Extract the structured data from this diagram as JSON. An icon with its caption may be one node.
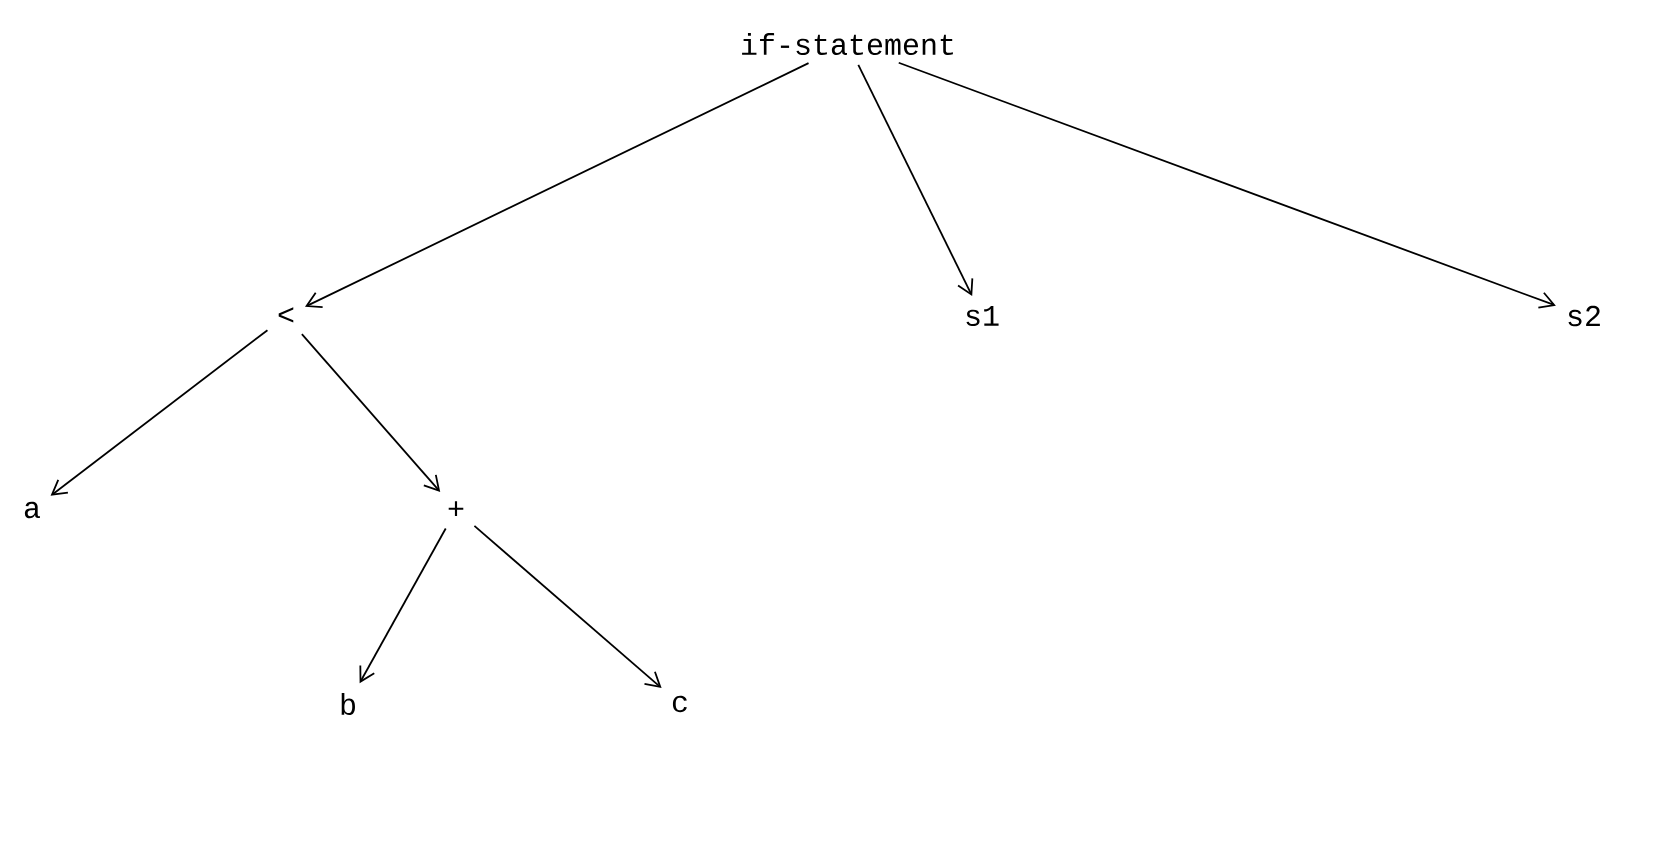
{
  "diagram": {
    "nodes": [
      {
        "text": [
          "if-statement"
        ]
      },
      {
        "text": [
          "<"
        ]
      },
      {
        "text": [
          "s1"
        ]
      },
      {
        "text": [
          "s2"
        ]
      },
      {
        "text": [
          "a"
        ]
      },
      {
        "text": [
          "+"
        ]
      },
      {
        "text": [
          "b"
        ]
      },
      {
        "text": [
          "c"
        ]
      }
    ],
    "edges": [
      {
        "from": 0,
        "to": 1,
        "arrow": "to"
      },
      {
        "from": 0,
        "to": 2,
        "arrow": "to"
      },
      {
        "from": 0,
        "to": 3,
        "arrow": "to"
      },
      {
        "from": 1,
        "to": 4,
        "arrow": "to"
      },
      {
        "from": 1,
        "to": 5,
        "arrow": "to"
      },
      {
        "from": 5,
        "to": 6,
        "arrow": "to"
      },
      {
        "from": 5,
        "to": 7,
        "arrow": "to"
      }
    ]
  }
}
